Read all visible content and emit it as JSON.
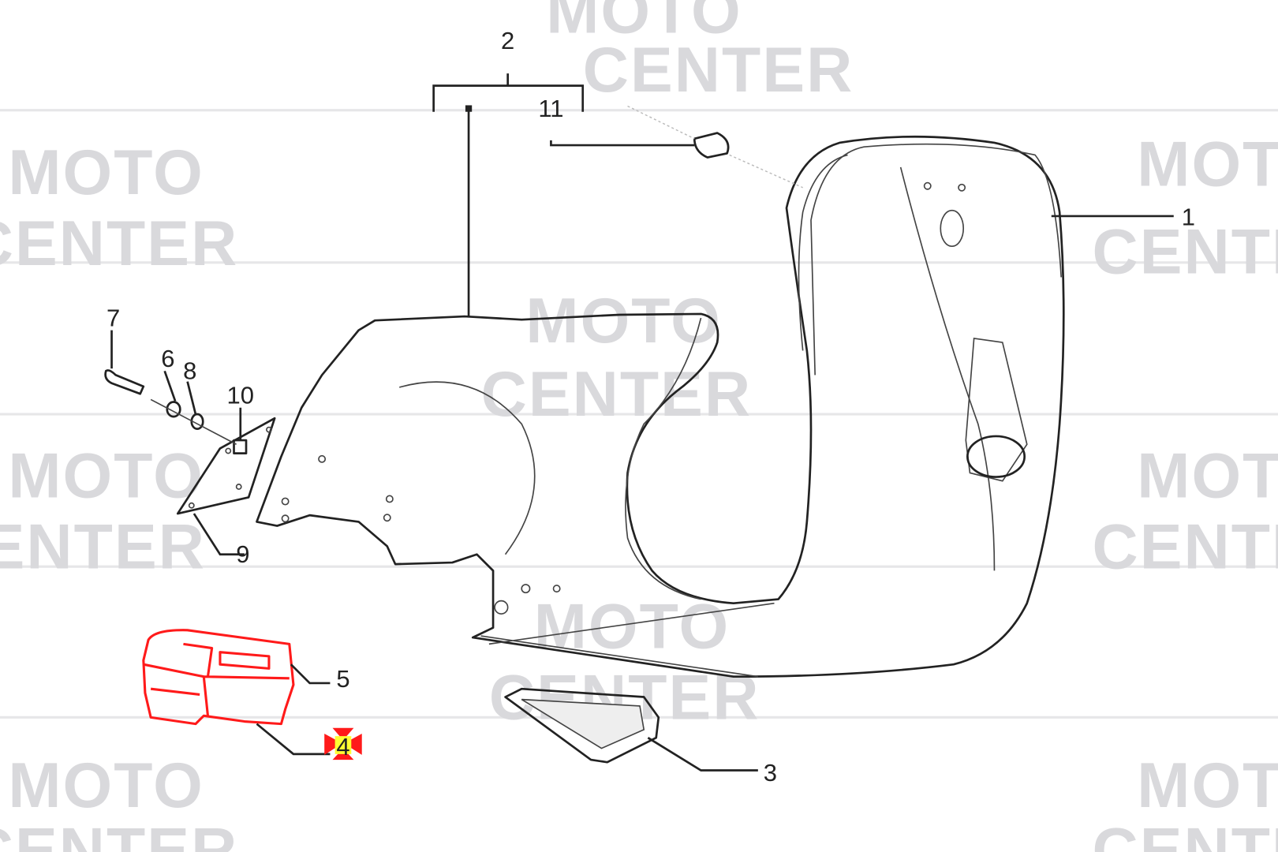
{
  "watermark": {
    "line1": "MOTO",
    "line2": "CENTER"
  },
  "diagram": {
    "highlight_color": "#ff1a1a",
    "marker_color": "#ffff33",
    "selected_part": "4",
    "callouts": [
      {
        "id": "c1",
        "label": "1"
      },
      {
        "id": "c2",
        "label": "2"
      },
      {
        "id": "c3",
        "label": "3"
      },
      {
        "id": "c4",
        "label": "4"
      },
      {
        "id": "c5",
        "label": "5"
      },
      {
        "id": "c6",
        "label": "6"
      },
      {
        "id": "c7",
        "label": "7"
      },
      {
        "id": "c8",
        "label": "8"
      },
      {
        "id": "c9",
        "label": "9"
      },
      {
        "id": "c10",
        "label": "10"
      },
      {
        "id": "c11",
        "label": "11"
      }
    ]
  }
}
